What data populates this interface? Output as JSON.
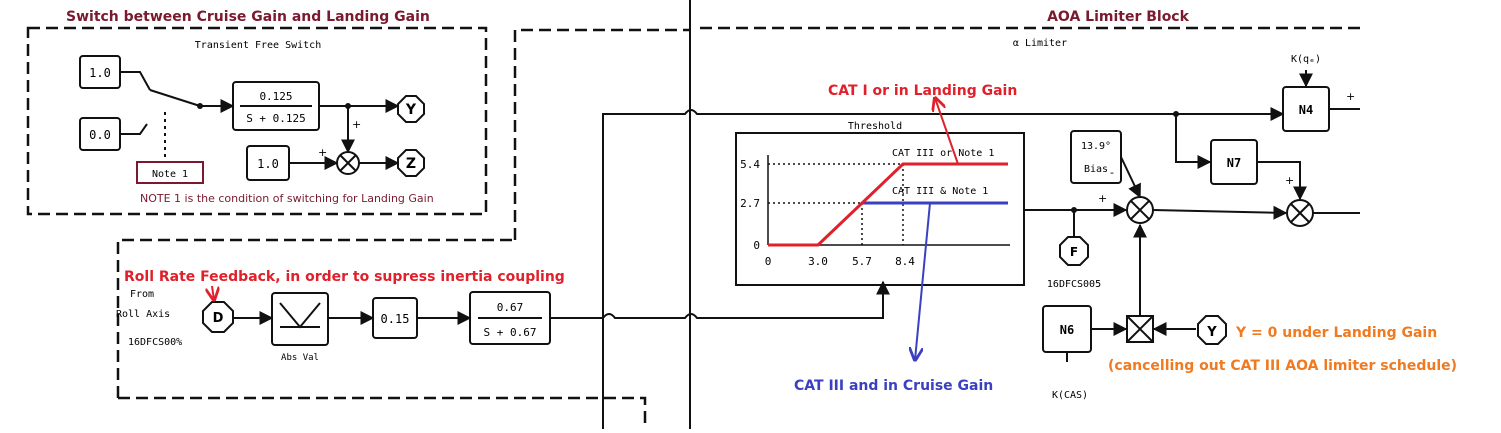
{
  "colors": {
    "maroon": "#7a1a2e",
    "red": "#e0202a",
    "blue": "#3a40c0",
    "orange": "#f07a20",
    "ink": "#111111"
  },
  "annotations": {
    "switch_title": "Switch between Cruise Gain and Landing Gain",
    "aoa_title": "AOA Limiter Block",
    "note1_caption": "NOTE 1 is the condition of switching for Landing Gain",
    "roll_feedback": "Roll Rate Feedback, in order to supress inertia coupling",
    "cat1": "CAT I or in Landing Gain",
    "cat3": "CAT III and in Cruise Gain",
    "y_zero": "Y = 0 under Landing Gain",
    "cancel": "(cancelling out CAT III AOA limiter schedule)"
  },
  "scan": {
    "switch_header": "Transient Free Switch",
    "one": "1.0",
    "zero": "0.0",
    "one_b": "1.0",
    "tf1_num": "0.125",
    "tf1_den": "S + 0.125",
    "note1": "Note 1",
    "out_y": "Y",
    "out_z": "Z",
    "plus": "+",
    "minus": "-",
    "from1": "From",
    "from2": "Roll Axis",
    "from3": "16DFCS00%",
    "in_d": "D",
    "abs_val": "Abs Val",
    "gain_015": "0.15",
    "tf2_num": "0.67",
    "tf2_den": "S + 0.67",
    "threshold": "Threshold",
    "cat1_line": "CAT III or Note 1",
    "cat3_line": "CAT III & Note 1",
    "y_54": "5.4",
    "y_27": "2.7",
    "y_0": "0",
    "x_0": "0",
    "x_30": "3.0",
    "x_57": "5.7",
    "x_84": "8.4",
    "aoa_header": "α Limiter",
    "bias1": "13.9°",
    "bias2": "Bias",
    "f_in": "F",
    "f_src": "16DFCS005",
    "n4": "N4",
    "n7": "N7",
    "n6": "N6",
    "k_q": "K(qₑ)",
    "k_cas": "K(CAS)",
    "y_in": "Y"
  }
}
